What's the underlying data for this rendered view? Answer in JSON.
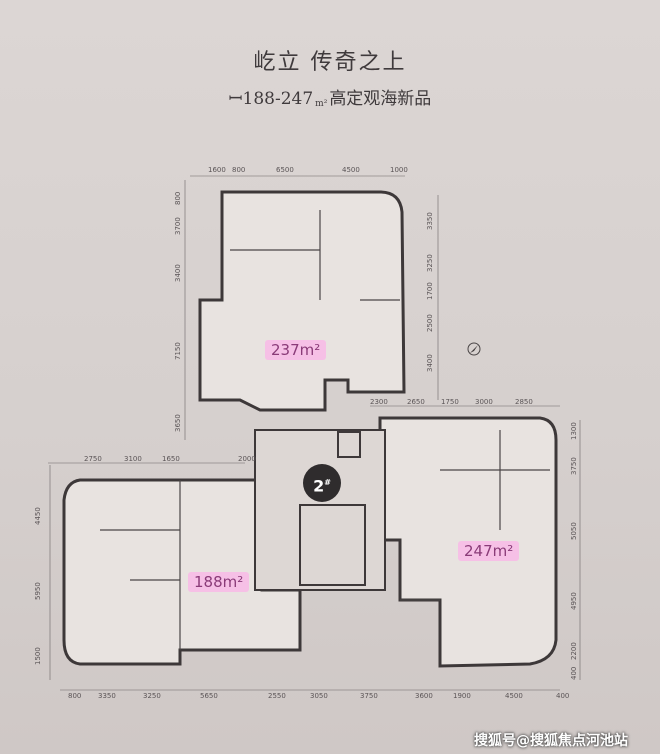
{
  "header": {
    "title": "屹立 传奇之上",
    "subtitle_prefix": "ꟷ188-247",
    "subtitle_unit": "m²",
    "subtitle_suffix": "高定观海新品"
  },
  "plan": {
    "building": "2",
    "building_mark": "#",
    "units": [
      {
        "area": "237",
        "unit": "m²"
      },
      {
        "area": "247",
        "unit": "m²"
      },
      {
        "area": "188",
        "unit": "m²"
      }
    ],
    "dims_top": [
      "1600",
      "800",
      "6500",
      "4500",
      "1000"
    ],
    "dims_top_right": [
      "2300",
      "2650",
      "1750",
      "3000",
      "2850"
    ],
    "dims_left_upper": [
      "3700",
      "3400",
      "7150",
      "3650",
      "800"
    ],
    "dims_right_upper": [
      "3350",
      "3250",
      "1700",
      "2500",
      "3400"
    ],
    "dims_left_lower": [
      "2750",
      "3100",
      "1650",
      "2000",
      "4450",
      "5950",
      "1500"
    ],
    "dims_right_lower": [
      "1300",
      "3750",
      "5050",
      "4950",
      "2200",
      "400"
    ],
    "dims_bottom": [
      "800",
      "3350",
      "3250",
      "5650",
      "2550",
      "3050",
      "3750",
      "3600",
      "1900",
      "4500",
      "400"
    ],
    "legend_icon": "north-arrow-icon"
  },
  "watermark": "搜狐号@搜狐焦点河池站"
}
